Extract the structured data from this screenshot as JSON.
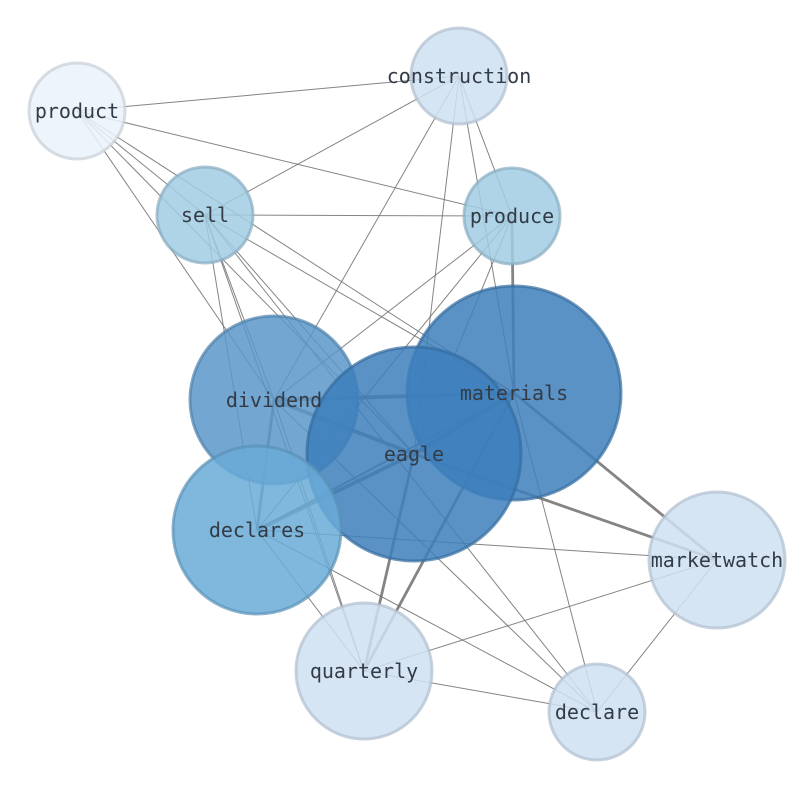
{
  "graph": {
    "nodes": [
      {
        "id": "product",
        "label": "product",
        "weight": 1,
        "color": "#eaf2fb"
      },
      {
        "id": "construction",
        "label": "construction",
        "weight": 1,
        "color": "#cfe1f2"
      },
      {
        "id": "sell",
        "label": "sell",
        "weight": 1,
        "color": "#a1cbe3"
      },
      {
        "id": "produce",
        "label": "produce",
        "weight": 1,
        "color": "#a1cbe3"
      },
      {
        "id": "materials",
        "label": "materials",
        "weight": 5,
        "color": "#3d7fbc"
      },
      {
        "id": "dividend",
        "label": "dividend",
        "weight": 3,
        "color": "#5a96c8"
      },
      {
        "id": "eagle",
        "label": "eagle",
        "weight": 5,
        "color": "#3d7fbc"
      },
      {
        "id": "declares",
        "label": "declares",
        "weight": 3,
        "color": "#6aaad7"
      },
      {
        "id": "marketwatch",
        "label": "marketwatch",
        "weight": 2,
        "color": "#cfe1f2"
      },
      {
        "id": "quarterly",
        "label": "quarterly",
        "weight": 2,
        "color": "#cfe1f2"
      },
      {
        "id": "declare",
        "label": "declare",
        "weight": 1,
        "color": "#cfe1f2"
      }
    ],
    "edges": [
      {
        "source": "product",
        "target": "construction",
        "weight": 1
      },
      {
        "source": "product",
        "target": "sell",
        "weight": 1
      },
      {
        "source": "product",
        "target": "produce",
        "weight": 1
      },
      {
        "source": "product",
        "target": "materials",
        "weight": 1
      },
      {
        "source": "product",
        "target": "eagle",
        "weight": 1
      },
      {
        "source": "product",
        "target": "dividend",
        "weight": 1
      },
      {
        "source": "construction",
        "target": "sell",
        "weight": 1
      },
      {
        "source": "construction",
        "target": "produce",
        "weight": 1
      },
      {
        "source": "construction",
        "target": "materials",
        "weight": 1
      },
      {
        "source": "construction",
        "target": "eagle",
        "weight": 1
      },
      {
        "source": "construction",
        "target": "dividend",
        "weight": 1
      },
      {
        "source": "sell",
        "target": "produce",
        "weight": 1
      },
      {
        "source": "sell",
        "target": "materials",
        "weight": 1
      },
      {
        "source": "sell",
        "target": "eagle",
        "weight": 1
      },
      {
        "source": "sell",
        "target": "dividend",
        "weight": 1
      },
      {
        "source": "sell",
        "target": "declares",
        "weight": 1
      },
      {
        "source": "sell",
        "target": "quarterly",
        "weight": 1
      },
      {
        "source": "sell",
        "target": "declare",
        "weight": 1
      },
      {
        "source": "produce",
        "target": "materials",
        "weight": 3
      },
      {
        "source": "produce",
        "target": "eagle",
        "weight": 1
      },
      {
        "source": "produce",
        "target": "dividend",
        "weight": 1
      },
      {
        "source": "produce",
        "target": "declares",
        "weight": 1
      },
      {
        "source": "materials",
        "target": "eagle",
        "weight": 5
      },
      {
        "source": "materials",
        "target": "dividend",
        "weight": 4
      },
      {
        "source": "materials",
        "target": "declares",
        "weight": 2
      },
      {
        "source": "materials",
        "target": "marketwatch",
        "weight": 3
      },
      {
        "source": "materials",
        "target": "quarterly",
        "weight": 3
      },
      {
        "source": "materials",
        "target": "declare",
        "weight": 1
      },
      {
        "source": "dividend",
        "target": "eagle",
        "weight": 4
      },
      {
        "source": "dividend",
        "target": "declares",
        "weight": 3
      },
      {
        "source": "dividend",
        "target": "quarterly",
        "weight": 1
      },
      {
        "source": "dividend",
        "target": "declare",
        "weight": 1
      },
      {
        "source": "eagle",
        "target": "declares",
        "weight": 4
      },
      {
        "source": "eagle",
        "target": "marketwatch",
        "weight": 3
      },
      {
        "source": "eagle",
        "target": "quarterly",
        "weight": 3
      },
      {
        "source": "declares",
        "target": "marketwatch",
        "weight": 1
      },
      {
        "source": "declares",
        "target": "quarterly",
        "weight": 1
      },
      {
        "source": "declares",
        "target": "declare",
        "weight": 1
      },
      {
        "source": "marketwatch",
        "target": "quarterly",
        "weight": 1
      },
      {
        "source": "marketwatch",
        "target": "declare",
        "weight": 1
      },
      {
        "source": "quarterly",
        "target": "declare",
        "weight": 1
      }
    ]
  }
}
